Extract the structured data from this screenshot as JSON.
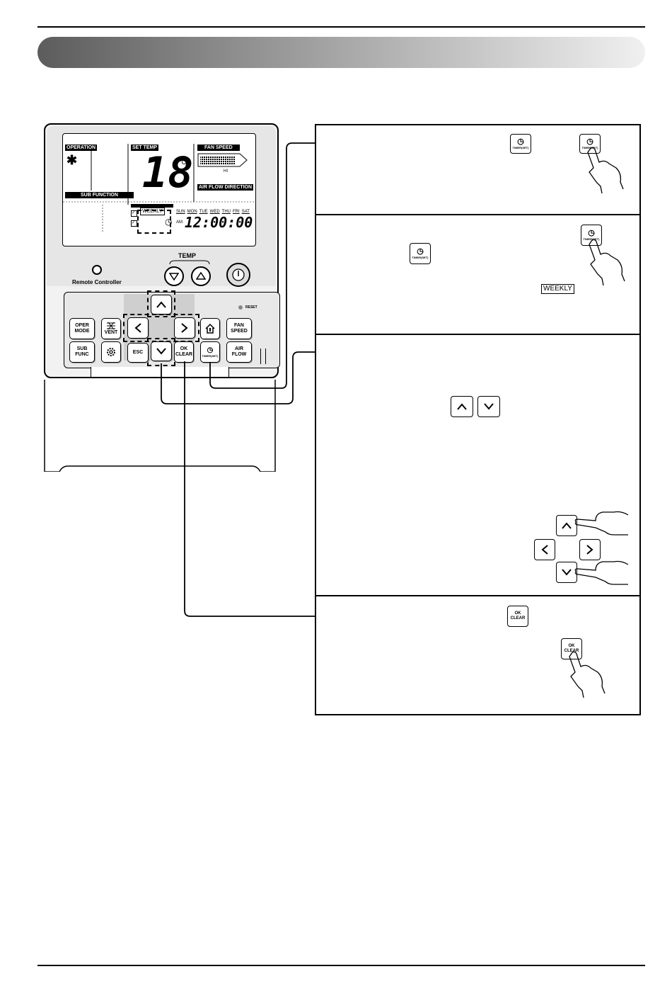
{
  "remote": {
    "lcd": {
      "operation": "OPERATION",
      "set_temp": "SET TEMP",
      "fan_speed": "FAN SPEED",
      "sub_function": "SUB FUNCTION",
      "air_flow_direction": "AIR FLOW DIRECTION",
      "temperature": "18",
      "unit": "°C",
      "fan_level": "HI",
      "weekly": "WEEKLY",
      "days": [
        "SUN",
        "MON",
        "TUE",
        "WED",
        "THU",
        "FRI",
        "SAT"
      ],
      "am": "AM",
      "time": "12:00:00"
    },
    "label": "Remote Controller",
    "temp_label": "TEMP",
    "reset": "RESET",
    "buttons": {
      "oper_mode": "OPER\nMODE",
      "vent": "VENT",
      "fan_speed": "FAN\nSPEED",
      "sub_func": "SUB\nFUNC",
      "esc": "ESC",
      "ok_clear": "OK\nCLEAR",
      "timer_set": "TIMER(SET)",
      "air_flow": "AIR\nFLOW"
    }
  },
  "steps": {
    "timer_label": "TIMER(SET)",
    "weekly": "WEEKLY",
    "ok": "OK",
    "clear": "CLEAR"
  },
  "icons": [
    "snowflake-icon",
    "power-icon",
    "up-arrow-icon",
    "down-arrow-icon",
    "left-arrow-icon",
    "right-arrow-icon",
    "clock-icon",
    "gear-icon",
    "house-thermometer-icon",
    "vent-icon",
    "pointing-hand-icon"
  ]
}
